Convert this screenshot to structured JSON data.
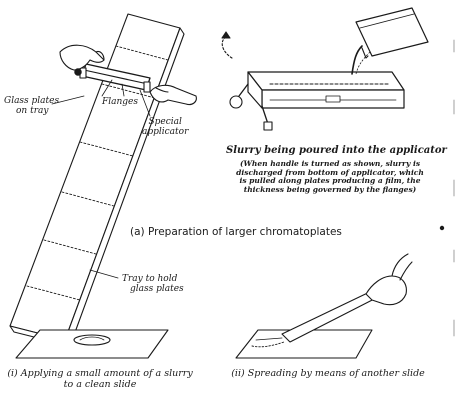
{
  "labels": {
    "glass_plates_l1": "Glass plates",
    "glass_plates_l2": "on tray",
    "flanges": "Flanges",
    "special_l1": "Special",
    "special_l2": "applicator",
    "tray_l1": "Tray to hold",
    "tray_l2": "glass plates",
    "slurry_title": "Slurry being poured into the applicator",
    "slurry_note_l1": "(When handle is turned as shown, slurry is",
    "slurry_note_l2": "discharged from bottom of applicator, which",
    "slurry_note_l3": "is pulled along plates producing a film, the",
    "slurry_note_l4": "thickness being governed by the flanges)"
  },
  "captions": {
    "part_a": "(a)  Preparation of larger chromatoplates",
    "part_i_l1": "(i)  Applying a small amount of a slurry",
    "part_i_l2": "to a clean slide",
    "part_ii": "(ii)  Spreading by means of another slide"
  },
  "colors": {
    "ink": "#1a1a1a",
    "paper": "#ffffff"
  }
}
